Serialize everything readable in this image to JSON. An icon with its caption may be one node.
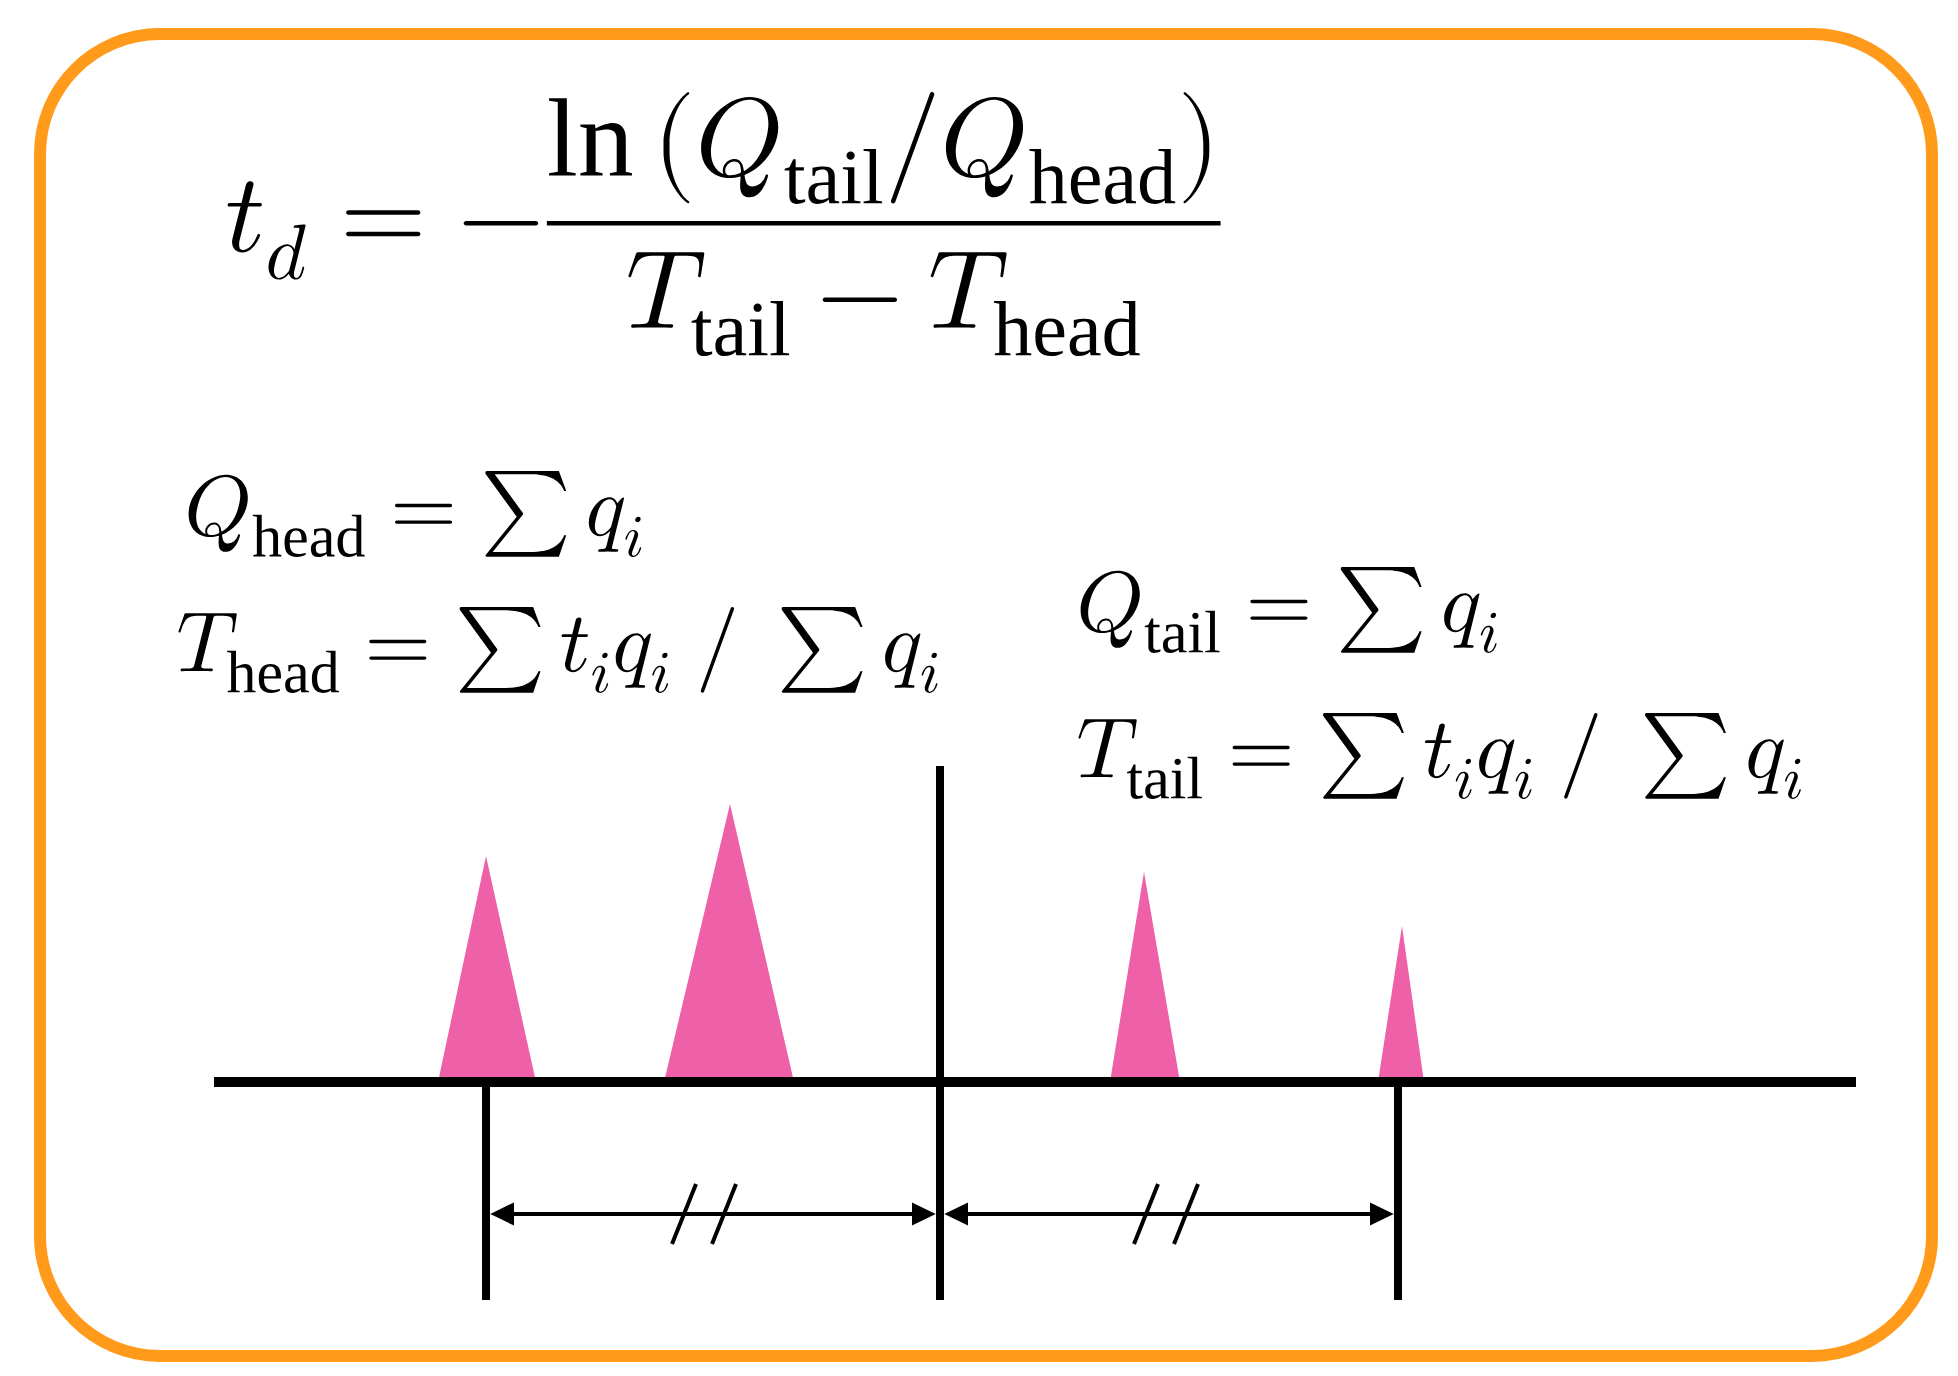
{
  "diagram": {
    "labels": [
      "t_d = -\\frac{\\ln\\left(Q_{\\mathrm{tail}}/Q_{\\mathrm{head}}\\right)}{T_{\\mathrm{tail}} - T_{\\mathrm{head}}}",
      "Q_{\\mathrm{head}} = \\sum q_i",
      "T_{\\mathrm{head}} = \\sum t_i q_i \\;/\\; \\sum q_i",
      "Q_{\\mathrm{tail}} = \\sum q_i",
      "T_{\\mathrm{tail}} = \\sum t_i q_i \\;/\\; \\sum q_i"
    ]
  }
}
